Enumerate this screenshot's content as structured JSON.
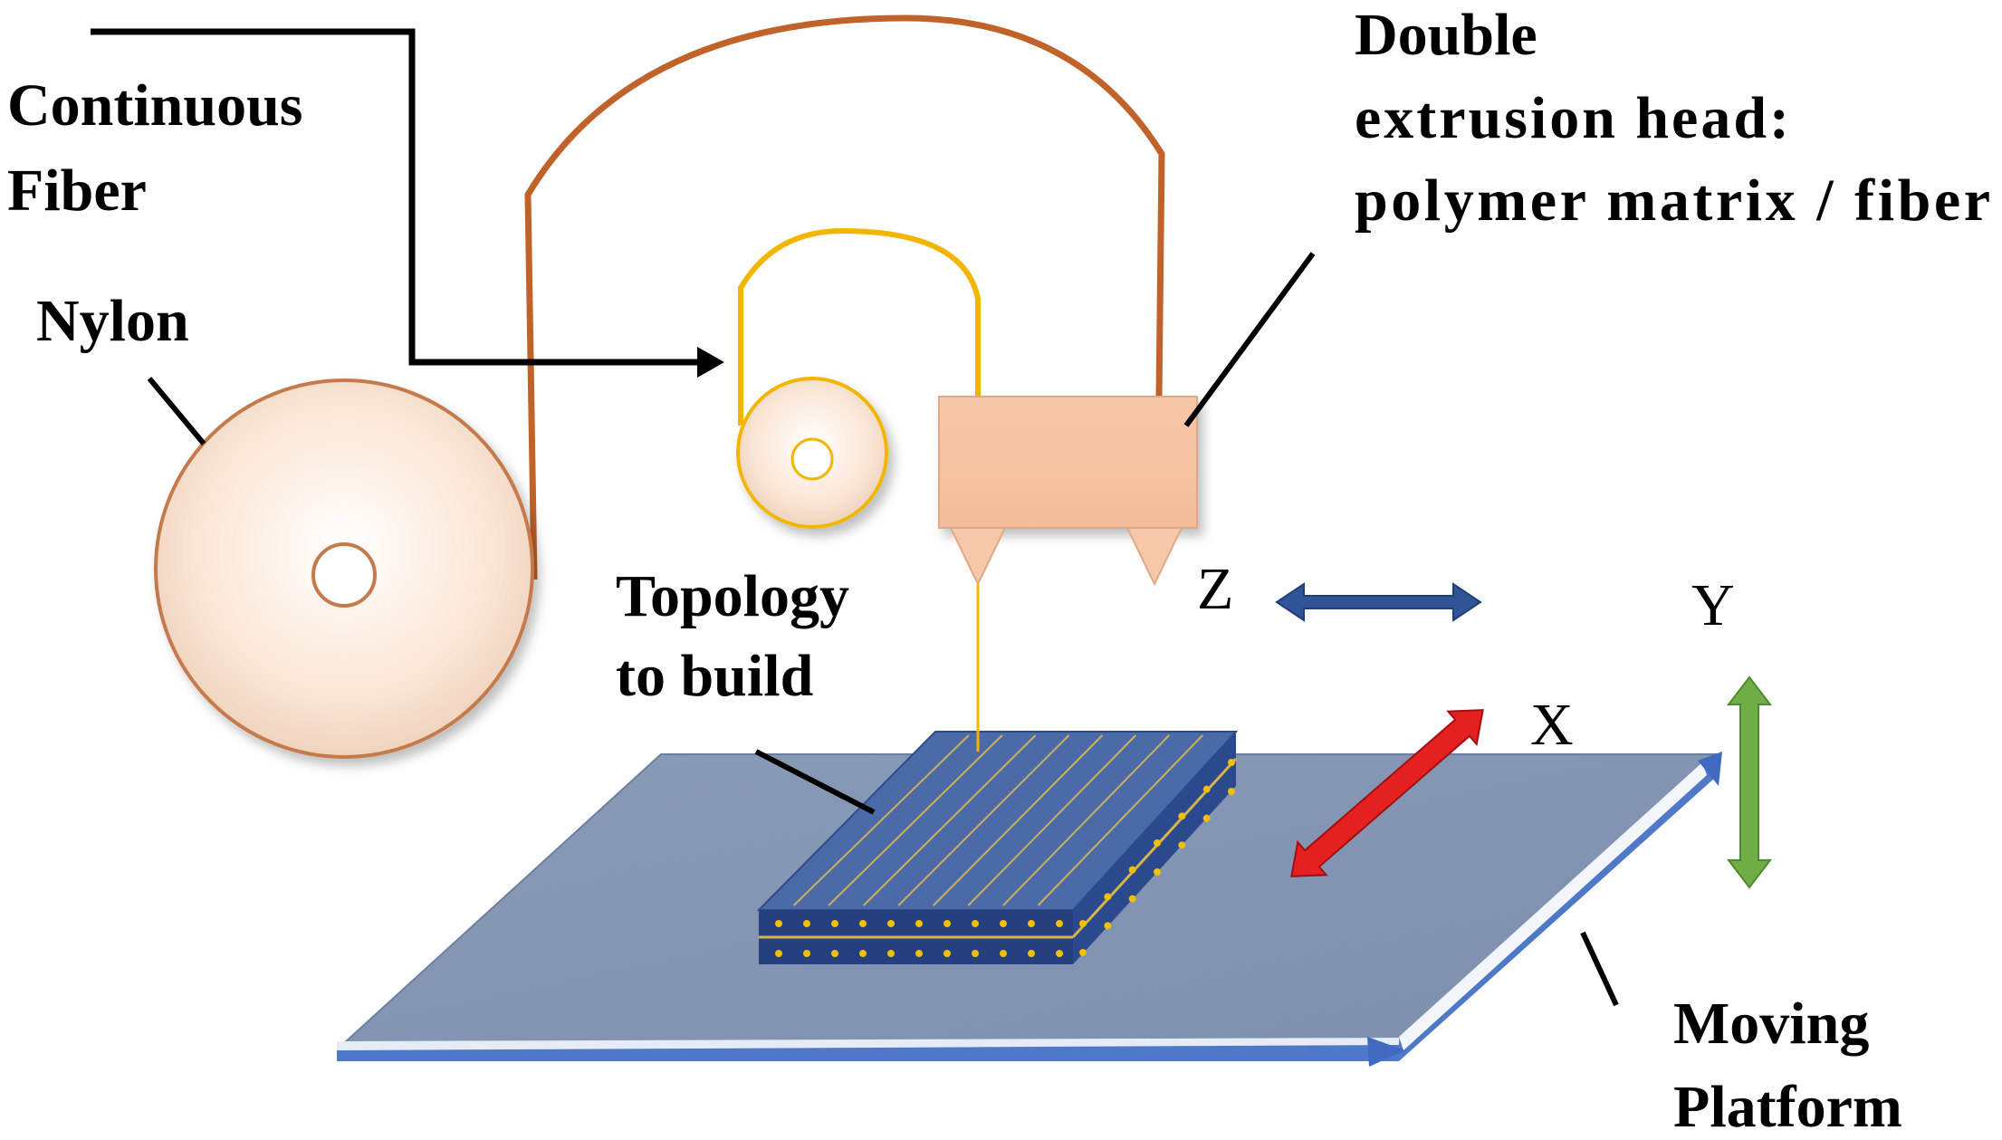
{
  "labels": {
    "continuous_fiber": [
      "Continuous",
      "Fiber"
    ],
    "nylon": "Nylon",
    "extrusion_head": [
      "Double",
      "extrusion head:",
      "polymer matrix / fiber"
    ],
    "topology": [
      "Topology",
      "to build"
    ],
    "axis_z": "Z",
    "axis_y": "Y",
    "axis_x": "X",
    "moving_platform": [
      "Moving",
      "Platform"
    ]
  },
  "colors": {
    "nylon_filament": "#c0622a",
    "fiber_filament": "#f2b600",
    "spool_fill": "#fbe6d6",
    "head_fill": "#f6c7a8",
    "platform_top": "#8496b3",
    "platform_edge": "#4f79c8",
    "part_top": "#4d6aa8",
    "part_side": "#263f7e",
    "fiber_dot": "#f0c000",
    "arrow_z": "#2f5597",
    "arrow_x": "#e42020",
    "arrow_y": "#70ad47",
    "leader_line": "#000000"
  },
  "icons": {
    "nylon_spool": "spool-icon",
    "fiber_spool": "spool-icon",
    "nozzles": "nozzle-icon"
  }
}
